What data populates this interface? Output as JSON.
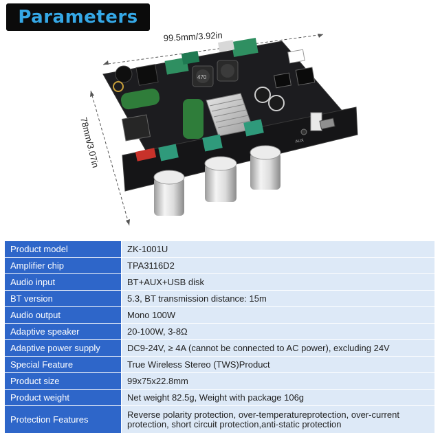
{
  "header": {
    "title": "Parameters"
  },
  "dimensions": {
    "width": "99.5mm/3.92in",
    "height": "78mm/3.07in"
  },
  "board": {
    "aux_label": "AUX",
    "inductor_text": "470"
  },
  "specs": [
    {
      "label": "Product model",
      "value": "ZK-1001U"
    },
    {
      "label": "Amplifier chip",
      "value": "TPA3116D2"
    },
    {
      "label": "Audio input",
      "value": "BT+AUX+USB disk"
    },
    {
      "label": "BT version",
      "value": "5.3, BT transmission distance: 15m"
    },
    {
      "label": "Audio output",
      "value": "Mono 100W"
    },
    {
      "label": "Adaptive speaker",
      "value": "20-100W, 3-8Ω"
    },
    {
      "label": "Adaptive power supply",
      "value": "DC9-24V, ≥ 4A (cannot be connected to AC power), excluding 24V"
    },
    {
      "label": "Special Feature",
      "value": "True Wireless Stereo (TWS)Product"
    },
    {
      "label": "Product size",
      "value": "99x75x22.8mm"
    },
    {
      "label": "Product weight",
      "value": "Net weight 82.5g,    Weight with package 106g"
    },
    {
      "label": "Protection Features",
      "value": "Reverse polarity protection, over-temperatureprotection, over-current protection, short circuit protection,anti-static protection"
    }
  ],
  "colors": {
    "label_bg": "#2e66c9",
    "value_bg": "#dde9f7",
    "title_text": "#35a8e6"
  }
}
